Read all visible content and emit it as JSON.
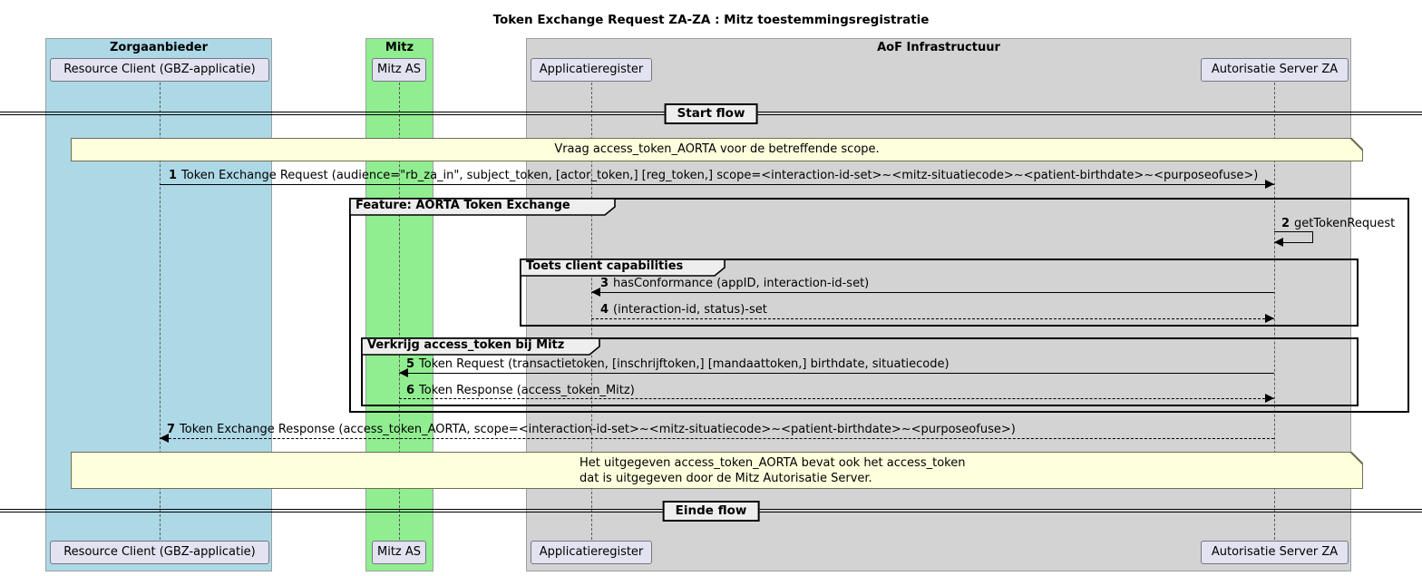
{
  "title": "Token Exchange Request ZA-ZA : Mitz toestemmingsregistratie",
  "boxes": {
    "zorgaanbieder": "Zorgaanbieder",
    "mitz": "Mitz",
    "aof": "AoF Infrastructuur"
  },
  "participants": {
    "resource_client": "Resource Client (GBZ-applicatie)",
    "mitz_as": "Mitz AS",
    "applicatieregister": "Applicatieregister",
    "autorisatie_server": "Autorisatie Server ZA"
  },
  "dividers": {
    "start": "Start flow",
    "einde": "Einde flow"
  },
  "notes": {
    "note1": "Vraag access_token_AORTA voor de betreffende scope.",
    "note2_line1": "Het uitgegeven access_token_AORTA bevat ook het access_token",
    "note2_line2": "dat is uitgegeven door de Mitz Autorisatie Server."
  },
  "groups": {
    "feature": "Feature: AORTA Token Exchange",
    "toets": "Toets client capabilities",
    "verkrijg": "Verkrijg access_token bij Mitz"
  },
  "messages": {
    "m1": {
      "num": "1",
      "text": "Token Exchange Request (audience=\"rb_za_in\", subject_token, [actor_token,] [reg_token,] scope=<interaction-id-set>~<mitz-situatiecode>~<patient-birthdate>~<purposeofuse>)"
    },
    "m2": {
      "num": "2",
      "text": "getTokenRequest"
    },
    "m3": {
      "num": "3",
      "text": "hasConformance (appID, interaction-id-set)"
    },
    "m4": {
      "num": "4",
      "text": "(interaction-id, status)-set"
    },
    "m5": {
      "num": "5",
      "text": "Token Request (transactietoken, [inschrijftoken,] [mandaattoken,] birthdate, situatiecode)"
    },
    "m6": {
      "num": "6",
      "text": "Token Response (access_token_Mitz)"
    },
    "m7": {
      "num": "7",
      "text": "Token Exchange Response (access_token_AORTA, scope=<interaction-id-set>~<mitz-situatiecode>~<patient-birthdate>~<purposeofuse>)"
    }
  },
  "colors": {
    "zorgaanbieder_box": "#ADD8E6",
    "mitz_box": "#90EE90",
    "aof_box": "#D3D3D3",
    "note_fill": "#FEFFDD",
    "participant_fill": "#E2E2F0",
    "group_header_fill": "#EEEEEE",
    "line": "#000000"
  }
}
